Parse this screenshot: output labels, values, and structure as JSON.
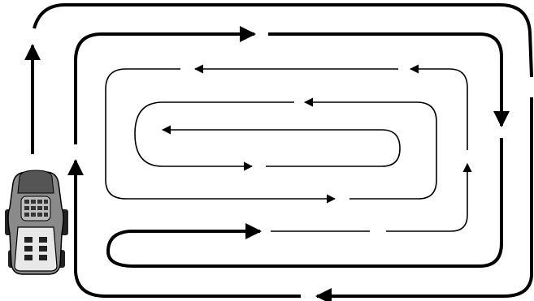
{
  "diagram": {
    "subject": "mowing-pattern",
    "lanes": [
      {
        "name": "outer-lane",
        "weight": "thick",
        "direction": "clockwise"
      },
      {
        "name": "second-lane",
        "weight": "thick",
        "direction": "clockwise"
      },
      {
        "name": "third-lane",
        "weight": "thin",
        "direction": "counter-clockwise"
      },
      {
        "name": "fourth-lane",
        "weight": "thin",
        "direction": "clockwise"
      },
      {
        "name": "inner-lane",
        "weight": "thin",
        "direction": "clockwise"
      }
    ],
    "icons": [
      "mower-icon"
    ],
    "colors": {
      "stroke": "#000000",
      "background": "#ffffff",
      "mower_body": "#8a8a8a",
      "mower_dark": "#3a3a3a"
    }
  }
}
